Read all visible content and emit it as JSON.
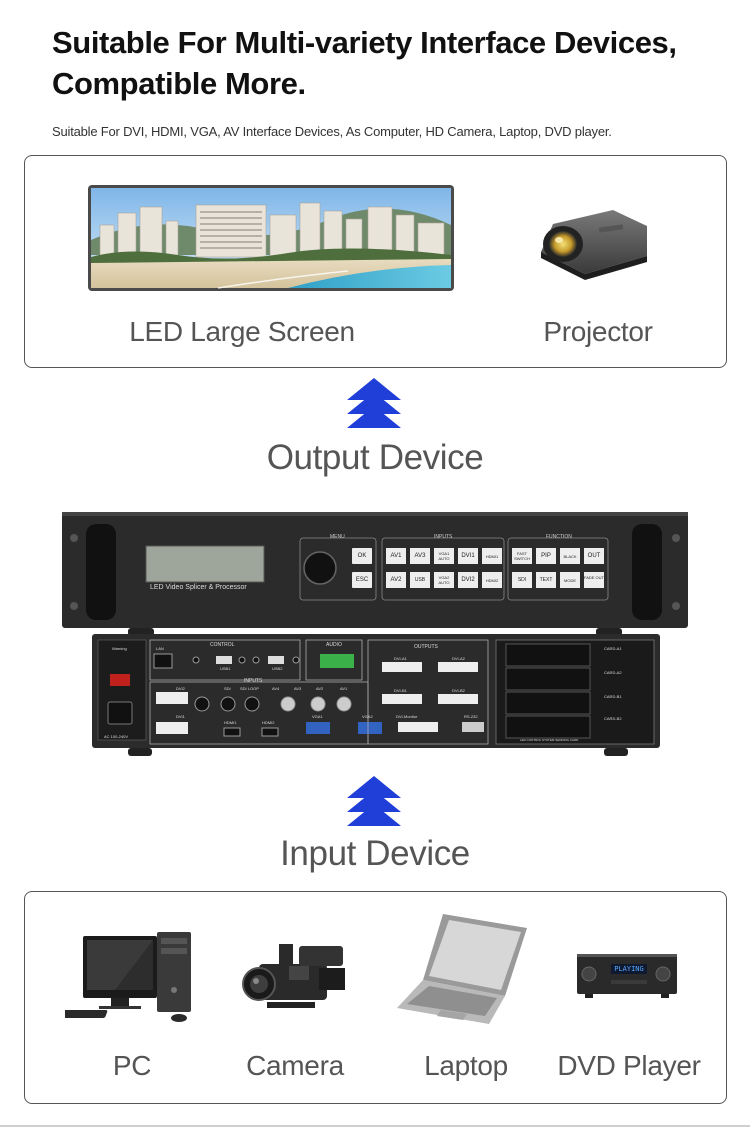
{
  "header": {
    "title_line1": "Suitable For Multi-variety Interface Devices,",
    "title_line2": "Compatible More.",
    "subtitle": "Suitable For DVI, HDMI, VGA, AV Interface Devices, As Computer, HD Camera, Laptop, DVD player."
  },
  "output": {
    "devices": [
      {
        "label": "LED Large Screen",
        "icon": "led-screen-cityscape"
      },
      {
        "label": "Projector",
        "icon": "projector"
      }
    ],
    "section_title": "Output Device"
  },
  "processor": {
    "front_label": "LED Video Splicer & Processor",
    "menu_label": "MENU",
    "inputs_label": "INPUTS",
    "function_label": "FUNCTION",
    "menu_buttons": [
      "OK",
      "ESC"
    ],
    "input_buttons_row1": [
      "AV1",
      "AV3",
      "VGA1 AUTO",
      "DVI1",
      "HDMI1"
    ],
    "input_buttons_row2": [
      "AV2",
      "USB",
      "VGA2 AUTO",
      "DVI2",
      "HDMI2"
    ],
    "function_buttons_row1": [
      "FAST SWITCH",
      "PIP",
      "BLACK",
      "OUT"
    ],
    "function_buttons_row2": [
      "SDI",
      "TEXT",
      "MODE",
      "FADE OUT"
    ],
    "rear": {
      "control_label": "CONTROL",
      "audio_label": "AUDIO",
      "outputs_label": "OUTPUTS",
      "inputs_label": "INPUTS",
      "warning": "Warning",
      "lan": "LAN",
      "usb1": "USB1",
      "usb2": "USB2",
      "sdi": "SDI",
      "sdi_loop": "SDI LOOP",
      "av4": "AV4",
      "av3": "AV3",
      "av2": "AV2",
      "av1": "AV1",
      "dvi2": "DVI2",
      "dvi1": "DVI1",
      "hdmi1": "HDMI1",
      "hdmi2": "HDMI2",
      "vga1": "VGA1",
      "vga2": "VGA2",
      "dvi_monitor": "DVI-Monitor",
      "rs232": "RS-232",
      "out_a1": "DVI-A1",
      "out_a2": "DVI-A2",
      "out_b1": "DVI-B1",
      "out_b2": "DVI-B2",
      "power": "AC 100-240V",
      "cards": [
        "CARD-A1",
        "CARD-A2",
        "CARD-B1",
        "CARD-B2"
      ],
      "card_caption": "LED CONTROL SYSTEM SENDING CARD"
    }
  },
  "input": {
    "section_title": "Input Device",
    "devices": [
      {
        "label": "PC",
        "icon": "desktop-pc"
      },
      {
        "label": "Camera",
        "icon": "video-camera"
      },
      {
        "label": "Laptop",
        "icon": "laptop"
      },
      {
        "label": "DVD Player",
        "icon": "dvd-player"
      }
    ],
    "dvd_display": "PLAYING"
  },
  "colors": {
    "arrow": "#1f3fd8",
    "label": "#555555",
    "frame": "#555555",
    "device_body": "#2b2b2b"
  }
}
